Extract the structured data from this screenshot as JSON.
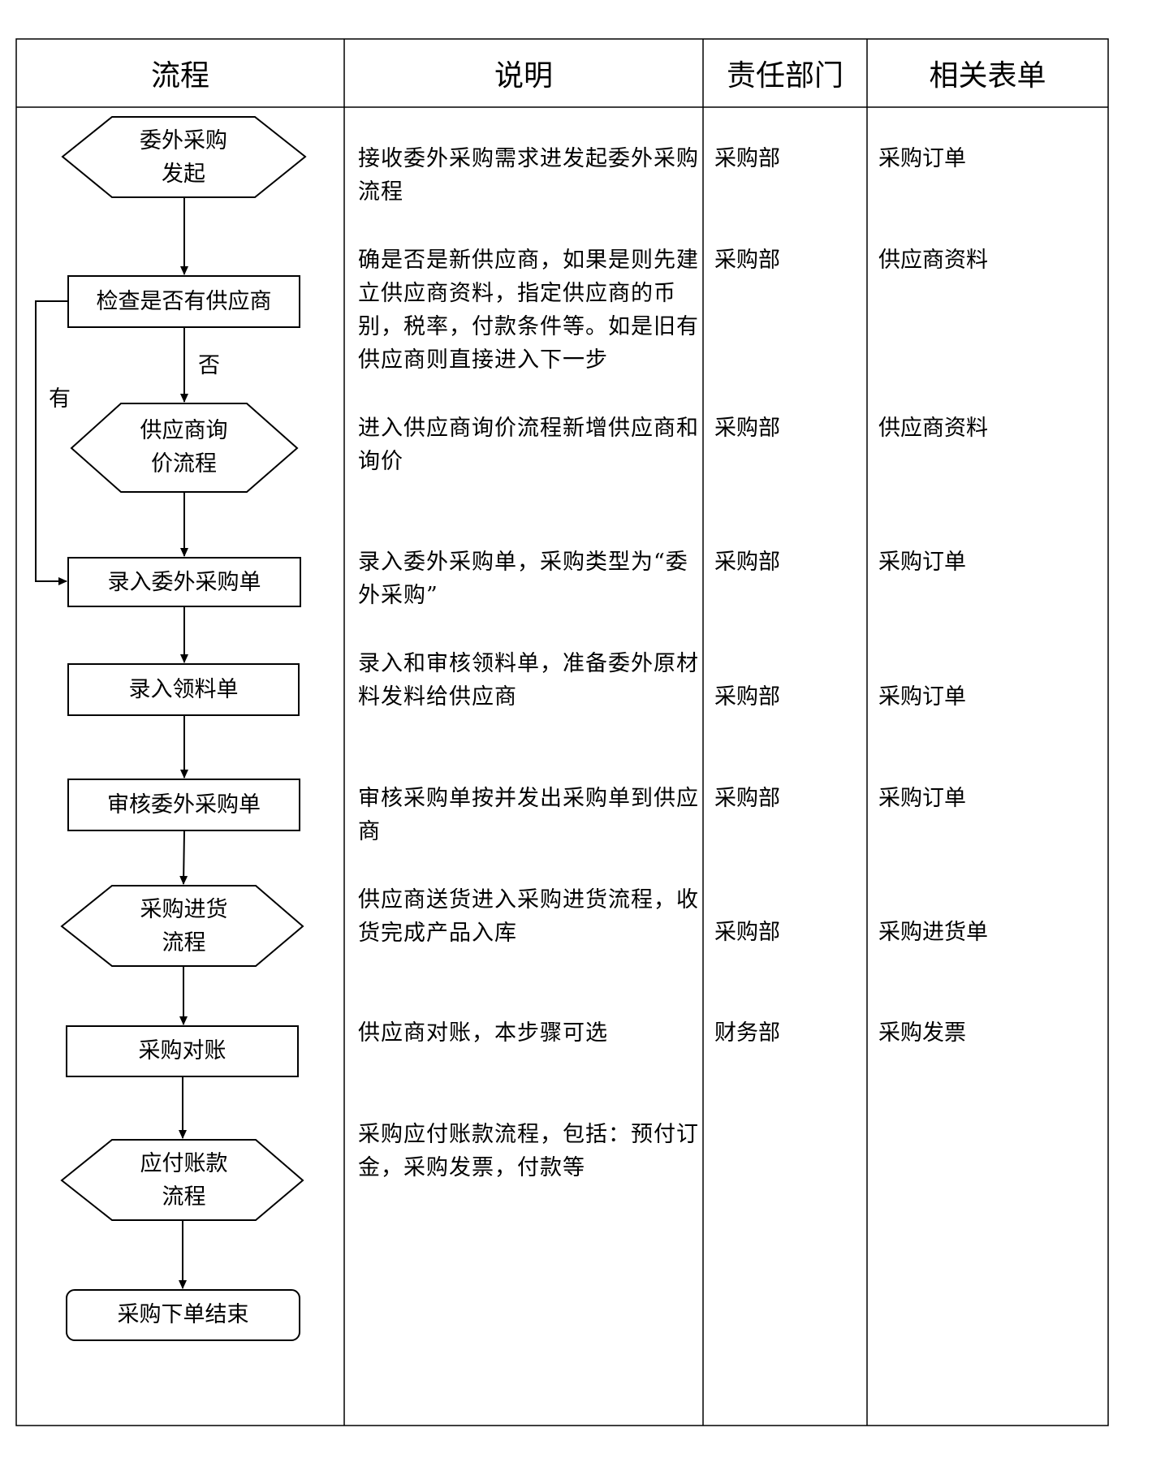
{
  "headers": {
    "flow": "流程",
    "desc": "说明",
    "dept": "责任部门",
    "forms": "相关表单"
  },
  "nodes": [
    {
      "id": "start",
      "text": "委外采购\n发起"
    },
    {
      "id": "check",
      "text": "检查是否有供应商"
    },
    {
      "id": "inquiry",
      "text": "供应商询\n价流程"
    },
    {
      "id": "enter_order",
      "text": "录入委外采购单"
    },
    {
      "id": "material",
      "text": "录入领料单"
    },
    {
      "id": "review",
      "text": "审核委外采购单"
    },
    {
      "id": "receive",
      "text": "采购进货\n流程"
    },
    {
      "id": "reconcile",
      "text": "采购对账"
    },
    {
      "id": "payable",
      "text": "应付账款\n流程"
    },
    {
      "id": "end",
      "text": "采购下单结束"
    }
  ],
  "edge_labels": {
    "no": "否",
    "yes": "有"
  },
  "rows": [
    {
      "desc": "接收委外采购需求进发起委外采购流程",
      "dept": "采购部",
      "form": "采购订单"
    },
    {
      "desc": "确是否是新供应商，如果是则先建立供应商资料，指定供应商的币别，税率，付款条件等。如是旧有供应商则直接进入下一步",
      "dept": "采购部",
      "form": "供应商资料"
    },
    {
      "desc": "进入供应商询价流程新增供应商和询价",
      "dept": "采购部",
      "form": "供应商资料"
    },
    {
      "desc": "录入委外采购单，采购类型为“委外采购”",
      "dept": "采购部",
      "form": "采购订单"
    },
    {
      "desc": "录入和审核领料单，准备委外原材料发料给供应商",
      "dept": "采购部",
      "form": "采购订单"
    },
    {
      "desc": "审核采购单按并发出采购单到供应商",
      "dept": "采购部",
      "form": "采购订单"
    },
    {
      "desc": "供应商送货进入采购进货流程，收货完成产品入库",
      "dept": "采购部",
      "form": "采购进货单"
    },
    {
      "desc": "供应商对账，本步骤可选",
      "dept": "财务部",
      "form": "采购发票"
    },
    {
      "desc": "采购应付账款流程，包括：预付订金，采购发票，付款等",
      "dept": "",
      "form": ""
    }
  ]
}
